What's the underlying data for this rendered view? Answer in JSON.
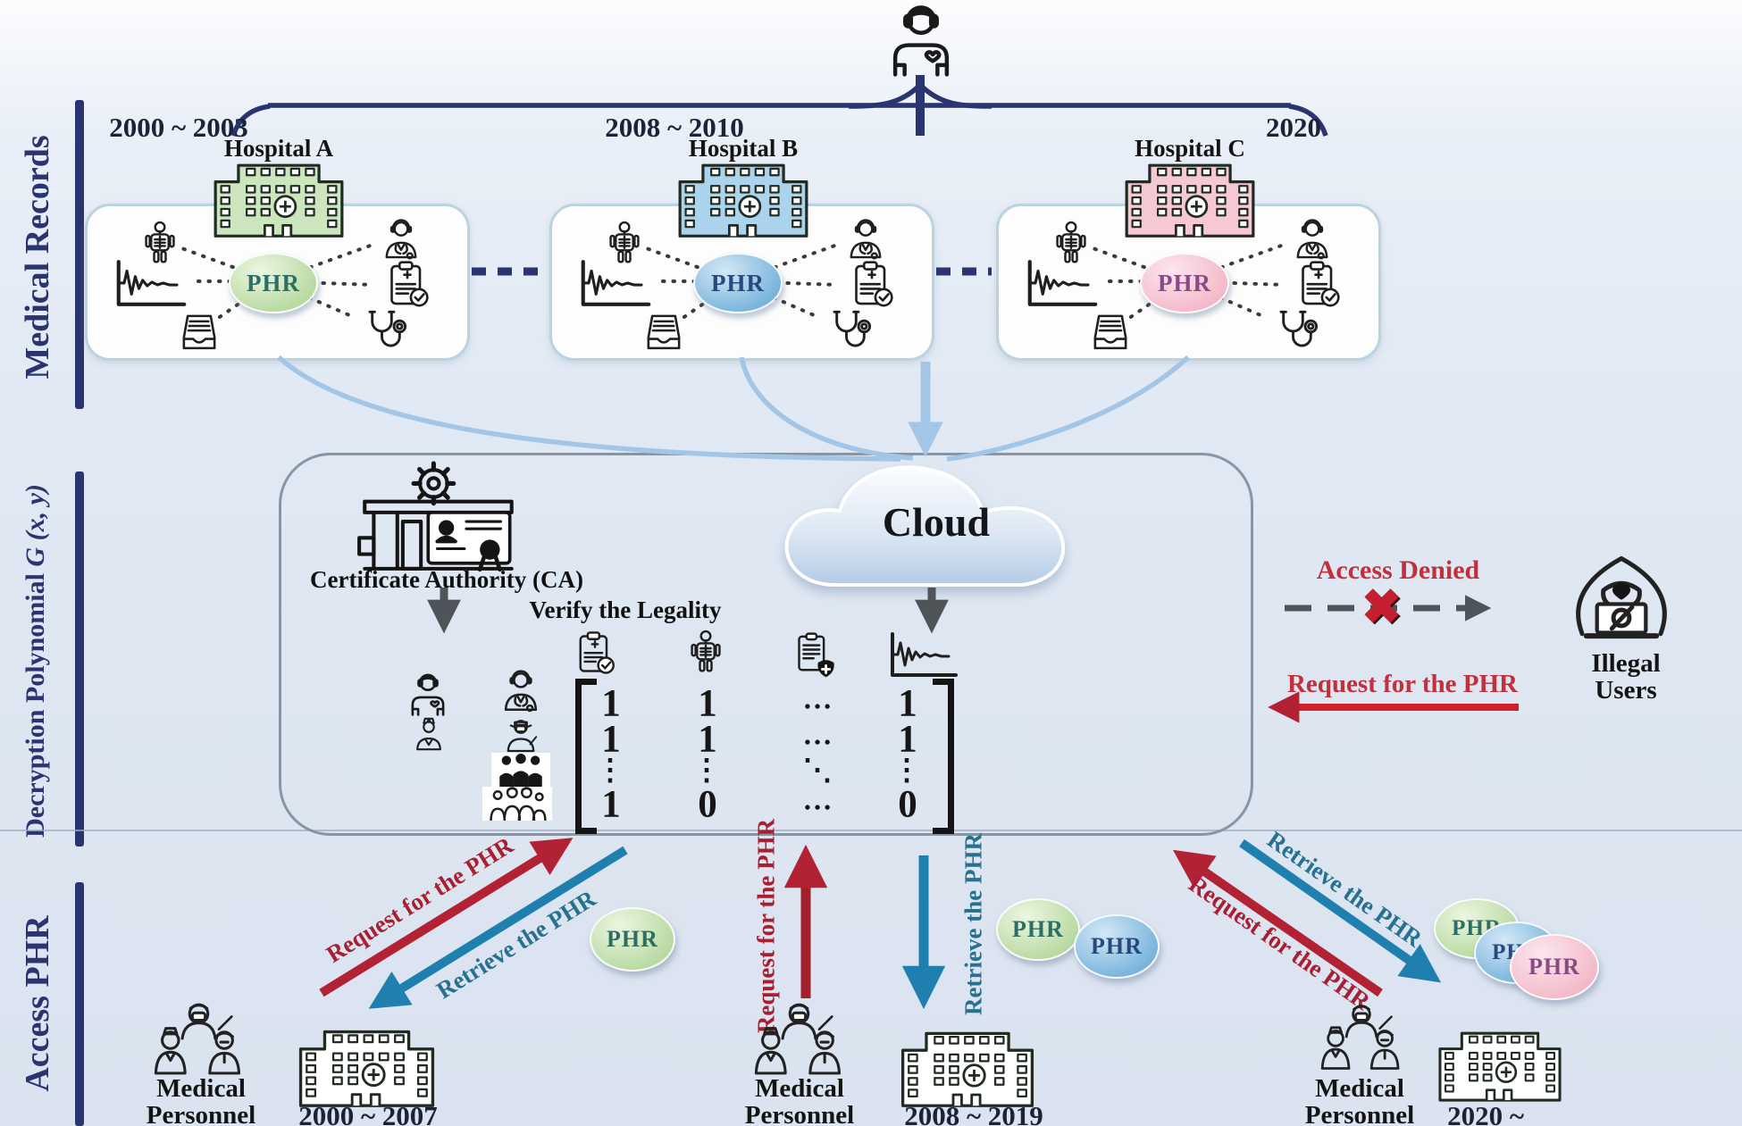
{
  "sidebar": {
    "sections": [
      {
        "label": "Medical Records"
      },
      {
        "label": "Decryption Polynomial",
        "label_math": " G (x, y)"
      },
      {
        "label": "Access PHR"
      }
    ]
  },
  "hospitals": [
    {
      "period": "2000 ~ 2003",
      "name": "Hospital A",
      "phr": "PHR",
      "fill": "#cbe6bf",
      "phr_text": "#2e6f63"
    },
    {
      "period": "2008 ~ 2010",
      "name": "Hospital B",
      "phr": "PHR",
      "fill": "#abd3ec",
      "phr_text": "#28497f"
    },
    {
      "period": "2020",
      "name": "Hospital C",
      "phr": "PHR",
      "fill": "#f6c8d4",
      "phr_text": "#8a4a85"
    }
  ],
  "middle": {
    "ca_label": "Certificate Authority (CA)",
    "verify_label": "Verify the Legality",
    "cloud_label": "Cloud",
    "matrix_rows": [
      [
        "1",
        "1",
        "…",
        "1"
      ],
      [
        "1",
        "1",
        "…",
        "1"
      ],
      [
        "⋮",
        "⋮",
        "⋱",
        "⋮"
      ],
      [
        "1",
        "0",
        "…",
        "0"
      ]
    ]
  },
  "denied": {
    "title": "Access Denied",
    "request": "Request for the PHR",
    "users_line1": "Illegal",
    "users_line2": "Users"
  },
  "icons": {
    "x_mark": "✖"
  },
  "access_groups": [
    {
      "request": "Request for the PHR",
      "retrieve": "Retrieve the PHR",
      "personnel_line1": "Medical",
      "personnel_line2": "Personnel",
      "period": "2000 ~ 2007"
    },
    {
      "request": "Request for the PHR",
      "retrieve": "Retrieve the PHR",
      "personnel_line1": "Medical",
      "personnel_line2": "Personnel",
      "period": "2008 ~ 2019"
    },
    {
      "request": "Request for the PHR",
      "retrieve": "Retrieve the PHR",
      "personnel_line1": "Medical",
      "personnel_line2": "Personnel",
      "period": "2020 ~"
    }
  ],
  "colors": {
    "navy": "#2a3470",
    "red_arrow": "#b22234",
    "blue_arrow": "#1f7fae",
    "denied_red": "#c2303c",
    "light_blue_arc": "#a3c6e6",
    "gray_arrow": "#4f5458"
  }
}
